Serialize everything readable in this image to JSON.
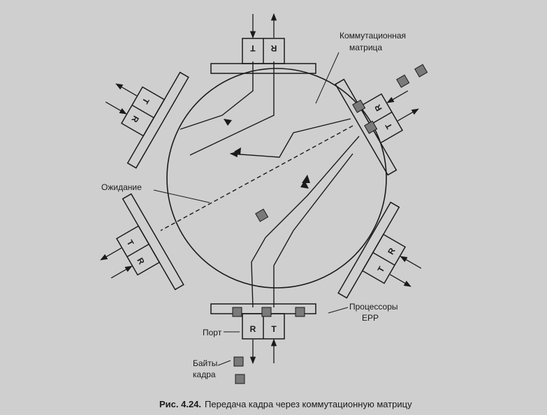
{
  "labels": {
    "switch_matrix_line1": "Коммутационная",
    "switch_matrix_line2": "матрица",
    "waiting": "Ожидание",
    "port": "Порт",
    "processors_line1": "Процессоры",
    "processors_line2": "EPP",
    "frame_bytes_line1": "Байты",
    "frame_bytes_line2": "кадра"
  },
  "port_letters": {
    "transmit": "T",
    "receive": "R"
  },
  "caption": {
    "number": "Рис. 4.24.",
    "text": "Передача кадра через коммутационную матрицу"
  },
  "colors": {
    "ink": "#1a1a1a",
    "background": "#cfcfcf",
    "byte_fill": "#7a7a7a"
  }
}
